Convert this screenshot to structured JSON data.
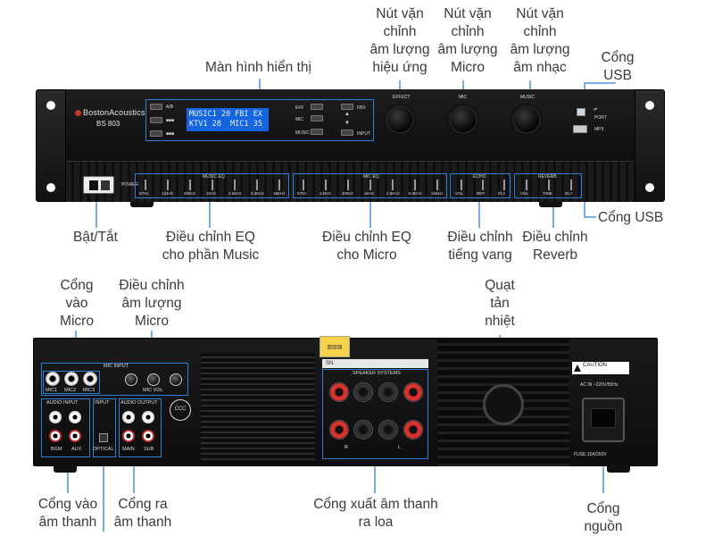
{
  "front_callouts": {
    "display": "Màn hình hiển thị",
    "effect_volume": [
      "Nút vặn",
      "chỉnh",
      "âm lượng",
      "hiệu ứng"
    ],
    "mic_volume": [
      "Nút vặn",
      "chỉnh",
      "âm lượng",
      "Micro"
    ],
    "music_volume": [
      "Nút vặn",
      "chỉnh",
      "âm lượng",
      "âm nhạc"
    ],
    "usb_top": [
      "Cổng",
      "USB"
    ],
    "usb_right": "Cổng USB",
    "power": "Bật/Tắt",
    "music_eq": [
      "Điều chỉnh EQ",
      "cho phần Music"
    ],
    "mic_eq": [
      "Điều chỉnh EQ",
      "cho Micro"
    ],
    "echo": [
      "Điều chỉnh",
      "tiếng vang"
    ],
    "reverb": [
      "Điều chỉnh",
      "Reverb"
    ]
  },
  "rear_callouts": {
    "mic_in": [
      "Cổng",
      "vào",
      "Micro"
    ],
    "mic_volume": [
      "Điều chỉnh",
      "âm lượng",
      "Micro"
    ],
    "fan": [
      "Quạt",
      "tản",
      "nhiệt"
    ],
    "audio_in": [
      "Cổng vào",
      "âm thanh"
    ],
    "audio_out": [
      "Cổng ra",
      "âm thanh"
    ],
    "speaker_out": [
      "Cổng xuất âm thanh",
      "ra loa"
    ],
    "power_in": [
      "Cổng",
      "nguồn"
    ]
  },
  "device": {
    "brand": "BostonAcoustics",
    "model": "BS 803",
    "lcd_line1": "MUSIC1 20 FBI EX",
    "lcd_line2": "KTV1 28  MIC1 35",
    "left_buttons": [
      "A/B",
      "■■■",
      "■■■"
    ],
    "mode_buttons": [
      "EFF",
      "MIC",
      "MUSIC"
    ],
    "right_buttons": [
      "FBX",
      "INPUT"
    ],
    "knobs": [
      "EFFECT",
      "MIC",
      "MUSIC"
    ],
    "port_labels": [
      "PORT",
      "MP3"
    ],
    "power_label": "POWER",
    "music_eq_title": "MUSIC EQ",
    "mic_eq_title": "MIC EQ",
    "echo_title": "ECHO",
    "reverb_title": "REVERB",
    "eq_bands": [
      "57Hz",
      "134Hz",
      "408Hz",
      "1KHz",
      "2.5KHz",
      "6.3KHz",
      "16KHz"
    ],
    "echo_controls": [
      "VOL",
      "REP",
      "DLY"
    ],
    "reverb_controls": [
      "VOL",
      "TIME",
      "DLY"
    ]
  },
  "rear": {
    "mic_input_title": "MIC INPUT",
    "mic_jacks": [
      "MIC1",
      "MIC2",
      "MIC3"
    ],
    "mic_vol_label": "MIC VOL",
    "audio_input_title": "AUDIO INPUT",
    "input_title": "INPUT",
    "audio_output_title": "AUDIO OUTPUT",
    "audio_in_labels": [
      "BGM",
      "AUX"
    ],
    "optical_label": "OPTICAL",
    "audio_out_labels": [
      "MAIN",
      "SUB"
    ],
    "sn_label": "SN:",
    "speaker_title": "SPEAKER SYSTEMS",
    "speaker_labels": [
      "R",
      "L"
    ],
    "caution": "CAUTION",
    "ac_in": "AC IN ~220V/50Hz",
    "fuse": "FUSE:15A/250V",
    "cert": "CCC"
  }
}
